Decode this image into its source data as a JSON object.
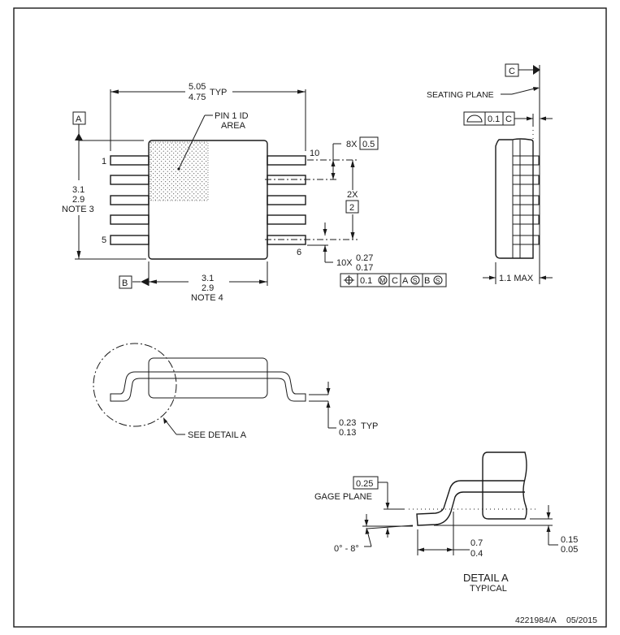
{
  "drawing": {
    "id": "4221984/A",
    "date": "05/2015",
    "top_view": {
      "width_dim": {
        "max": "5.05",
        "min": "4.75",
        "suffix": "TYP"
      },
      "height_dim": {
        "max": "3.1",
        "min": "2.9",
        "note": "NOTE 3"
      },
      "body_width_dim": {
        "max": "3.1",
        "min": "2.9",
        "note": "NOTE 4"
      },
      "pin1_label": [
        "PIN 1 ID",
        "AREA"
      ],
      "pin_labels": {
        "first": "1",
        "left_last": "5",
        "right_first": "6",
        "right_last": "10"
      },
      "datum_a": "A",
      "datum_b": "B",
      "pitch": {
        "count": "8X",
        "value": "0.5"
      },
      "span": {
        "count": "2X",
        "value": "2"
      },
      "lead_width": {
        "count": "10X",
        "max": "0.27",
        "min": "0.17"
      },
      "position_tolerance": {
        "symbol": "position-icon",
        "value": "0.1",
        "modifier": "M",
        "datums": [
          "C",
          "A",
          "B"
        ],
        "datum_modifiers": [
          "",
          "S",
          "S"
        ]
      }
    },
    "side_view": {
      "datum_c": "C",
      "seating_plane_label": "SEATING PLANE",
      "flatness": {
        "symbol": "profile-surface-icon",
        "value": "0.1",
        "datum": "C"
      },
      "height_label": "1.1 MAX"
    },
    "front_view": {
      "callout": "SEE DETAIL A",
      "lead_thickness": {
        "max": "0.23",
        "min": "0.13",
        "suffix": "TYP"
      }
    },
    "detail_a": {
      "title": "DETAIL A",
      "subtitle": "TYPICAL",
      "gage_value": "0.25",
      "gage_label": "GAGE PLANE",
      "angle_label": "0° - 8°",
      "foot_length": {
        "max": "0.7",
        "min": "0.4"
      },
      "standoff": {
        "max": "0.15",
        "min": "0.05"
      }
    }
  }
}
